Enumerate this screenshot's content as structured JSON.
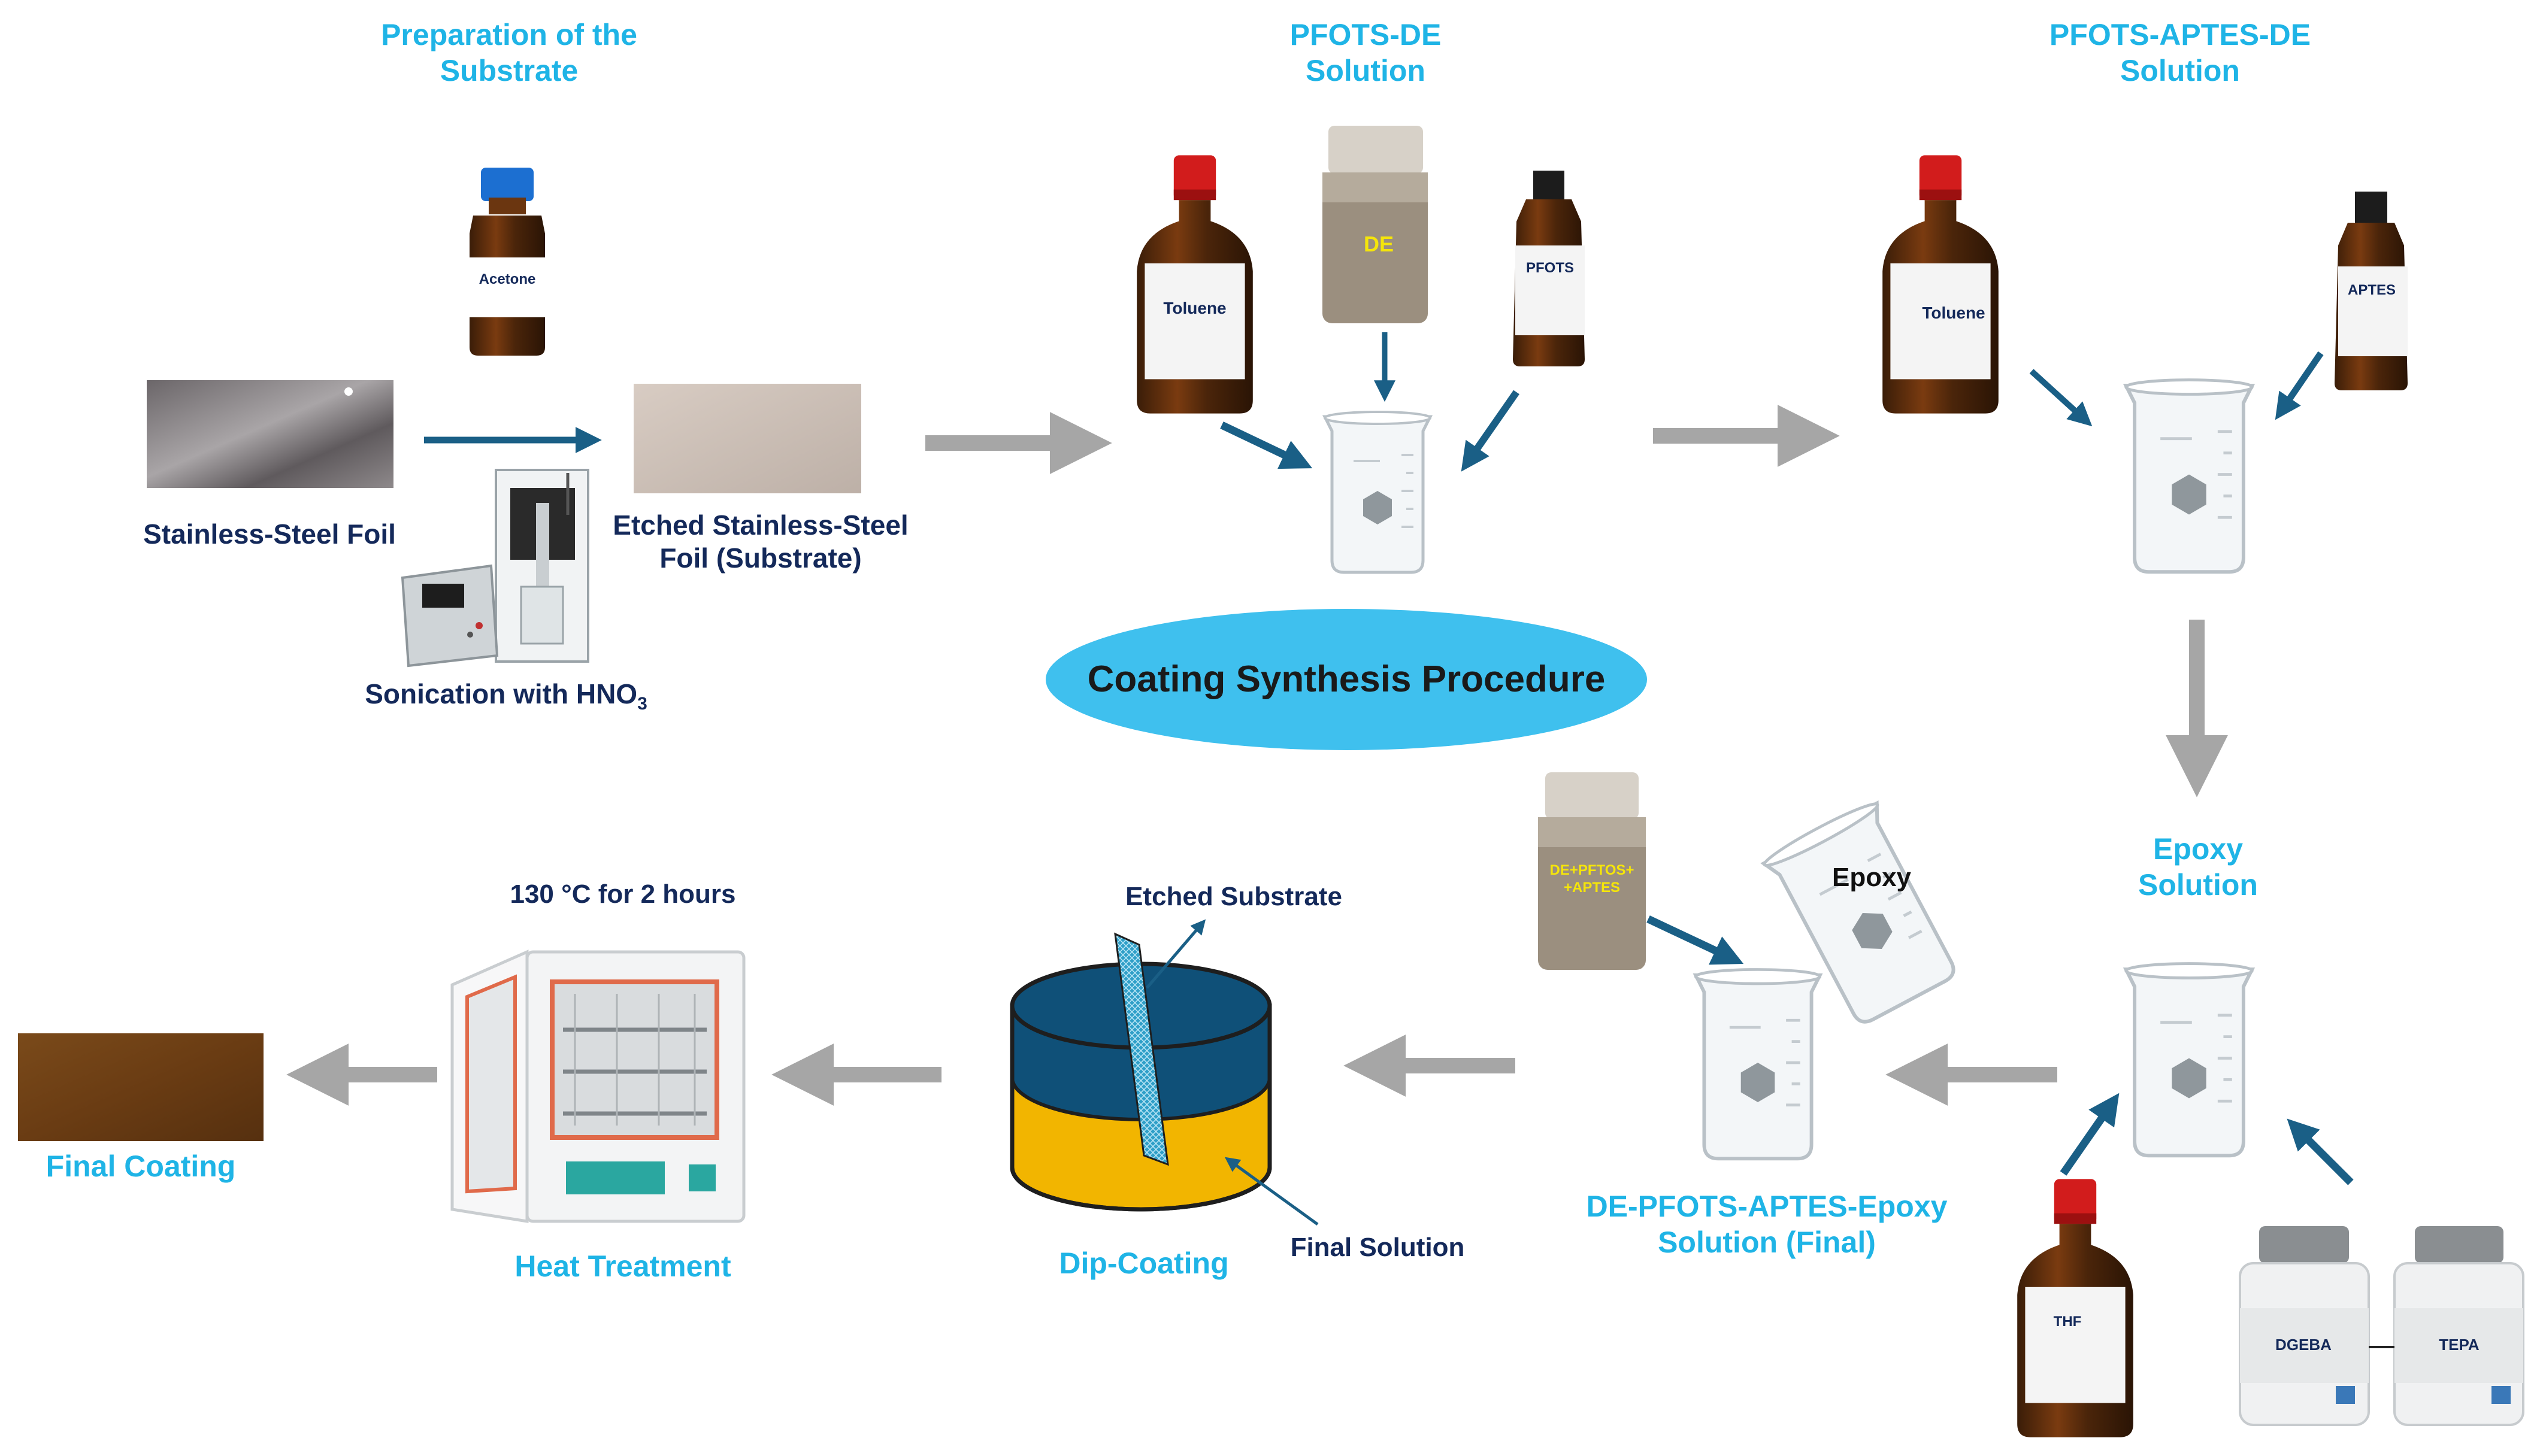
{
  "title": "Coating Synthesis Procedure",
  "colors": {
    "heading": "#1fb4e6",
    "text": "#14295a",
    "flow_arrow": "#a6a6a6",
    "pour_arrow": "#1a5f86",
    "ellipse": "#3fc0ee",
    "final_solution": "#f2b500",
    "vessel_top": "#0f5078"
  },
  "steps": {
    "prep": {
      "heading": "Preparation of the\nSubstrate",
      "foil": "Stainless-Steel Foil",
      "etched": "Etched Stainless-Steel\nFoil (Substrate)",
      "sonication": "Sonication with HNO",
      "sonication_sub": "3",
      "acetone": "Acetone"
    },
    "pfots_de": {
      "heading": "PFOTS-DE\nSolution",
      "toluene": "Toluene",
      "de": "DE",
      "pfots": "PFOTS"
    },
    "pfots_aptes_de": {
      "heading": "PFOTS-APTES-DE\nSolution",
      "toluene": "Toluene",
      "aptes": "APTES"
    },
    "epoxy_solution": {
      "heading": "Epoxy\nSolution",
      "thf": "THF",
      "dgeba": "DGEBA",
      "tepa": "TEPA"
    },
    "final_solution": {
      "heading": "DE-PFOTS-APTES-Epoxy\nSolution (Final)",
      "jar_label": "DE+PFTOS+\n+APTES",
      "epoxy_beaker": "Epoxy"
    },
    "dip": {
      "heading": "Dip-Coating",
      "etched_substrate": "Etched Substrate",
      "final_solution": "Final Solution"
    },
    "heat": {
      "heading": "Heat Treatment",
      "condition": "130 °C for 2 hours"
    },
    "final": {
      "heading": "Final Coating"
    }
  }
}
